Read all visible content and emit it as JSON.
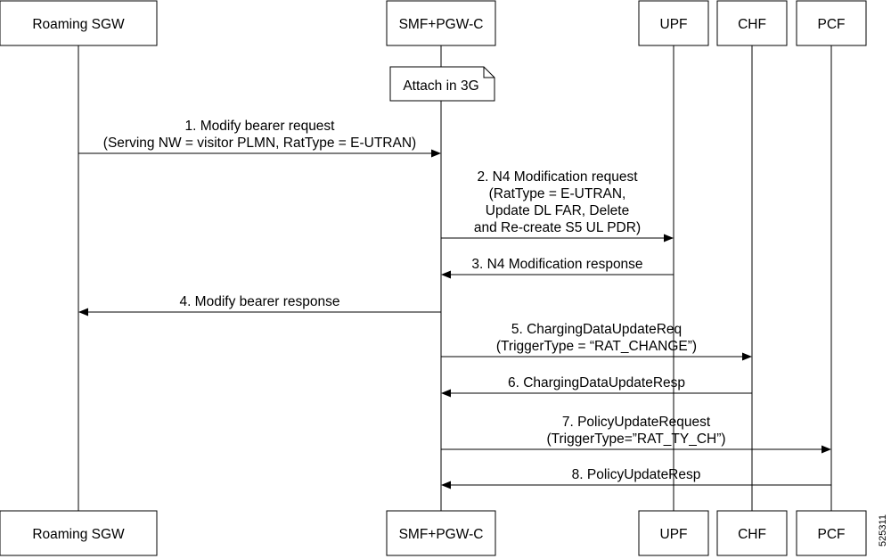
{
  "actors": [
    {
      "id": "sgw",
      "label": "Roaming SGW"
    },
    {
      "id": "smf",
      "label": "SMF+PGW-C"
    },
    {
      "id": "upf",
      "label": "UPF"
    },
    {
      "id": "chf",
      "label": "CHF"
    },
    {
      "id": "pcf",
      "label": "PCF"
    }
  ],
  "note": {
    "label": "Attach in 3G",
    "actor": "smf"
  },
  "messages": [
    {
      "from": "sgw",
      "to": "smf",
      "lines": [
        "1. Modify bearer request",
        "(Serving NW = visitor PLMN, RatType = E-UTRAN)"
      ]
    },
    {
      "from": "smf",
      "to": "upf",
      "lines": [
        "2. N4 Modification request",
        "(RatType = E-UTRAN,",
        "Update DL FAR, Delete",
        "and Re-create S5 UL PDR)"
      ]
    },
    {
      "from": "upf",
      "to": "smf",
      "lines": [
        "3. N4 Modification response"
      ]
    },
    {
      "from": "smf",
      "to": "sgw",
      "lines": [
        "4. Modify bearer response"
      ]
    },
    {
      "from": "smf",
      "to": "chf",
      "lines": [
        "5. ChargingDataUpdateReq",
        "(TriggerType = “RAT_CHANGE”)"
      ]
    },
    {
      "from": "chf",
      "to": "smf",
      "lines": [
        "6. ChargingDataUpdateResp"
      ]
    },
    {
      "from": "smf",
      "to": "pcf",
      "lines": [
        "7. PolicyUpdateRequest",
        "(TriggerType=”RAT_TY_CH”)"
      ]
    },
    {
      "from": "pcf",
      "to": "smf",
      "lines": [
        "8. PolicyUpdateResp"
      ]
    }
  ],
  "figure_id": "525311"
}
